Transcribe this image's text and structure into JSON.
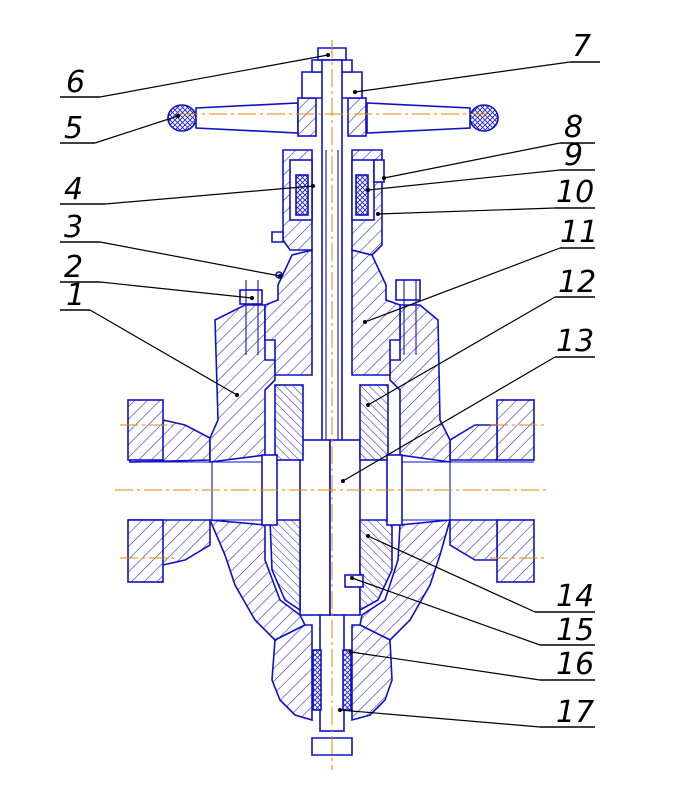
{
  "callouts": [
    {
      "id": "6",
      "text": "6"
    },
    {
      "id": "5",
      "text": "5"
    },
    {
      "id": "4",
      "text": "4"
    },
    {
      "id": "3",
      "text": "3"
    },
    {
      "id": "2",
      "text": "2"
    },
    {
      "id": "1",
      "text": "1"
    },
    {
      "id": "7",
      "text": "7"
    },
    {
      "id": "8",
      "text": "8"
    },
    {
      "id": "9",
      "text": "9"
    },
    {
      "id": "10",
      "text": "10"
    },
    {
      "id": "11",
      "text": "11"
    },
    {
      "id": "12",
      "text": "12"
    },
    {
      "id": "13",
      "text": "13"
    },
    {
      "id": "14",
      "text": "14"
    },
    {
      "id": "15",
      "text": "15"
    },
    {
      "id": "16",
      "text": "16"
    },
    {
      "id": "17",
      "text": "17"
    }
  ],
  "colors": {
    "outline": "#1010c8",
    "hatch": "#2020d0",
    "centerline": "#e08a00",
    "leader": "#000000"
  }
}
